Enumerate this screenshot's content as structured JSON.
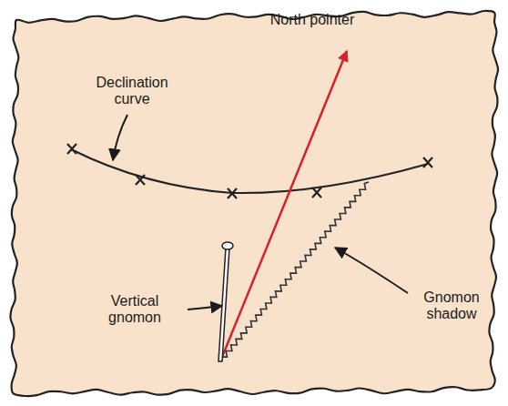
{
  "diagram": {
    "labels": [
      "North pointer",
      "Declination curve",
      "Vertical gnomon",
      "Gnomon shadow"
    ]
  }
}
